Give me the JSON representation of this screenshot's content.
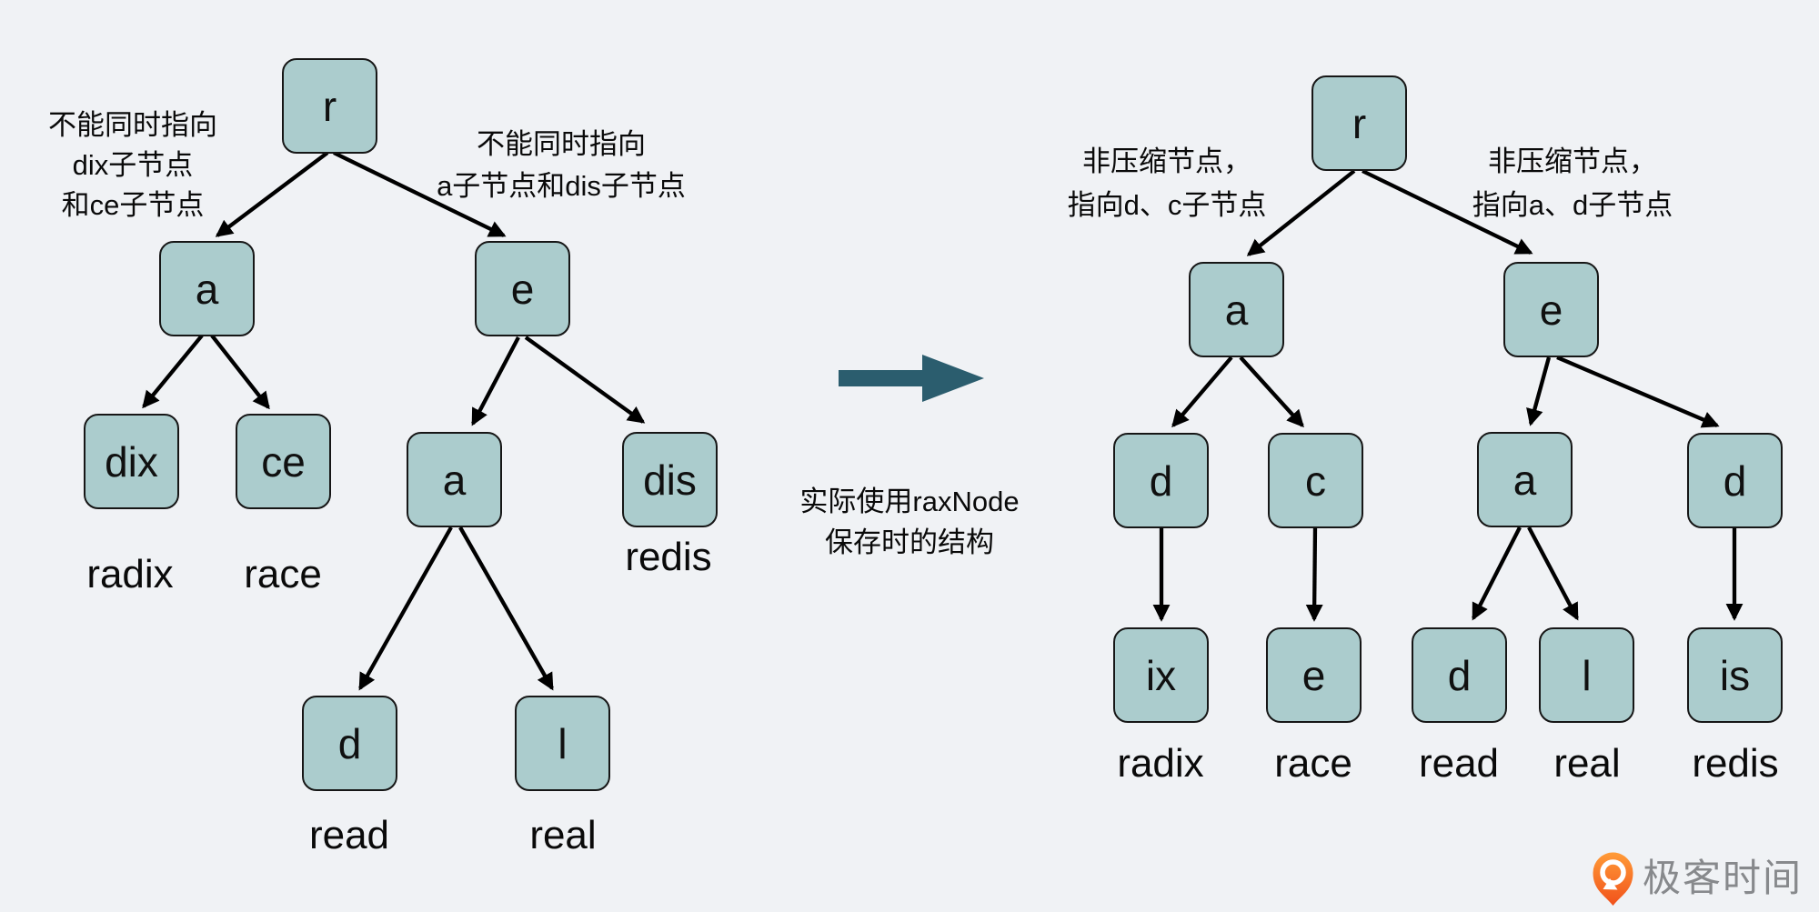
{
  "colors": {
    "background": "#f0f2f5",
    "node_fill": "#abcccd",
    "node_border": "#161616",
    "edge_arrow": "#000000",
    "transform_arrow": "#2b5d6e",
    "brand_text": "#87898c",
    "logo_orange": "#f3571d"
  },
  "left_tree": {
    "annotation_left": {
      "lines": [
        "不能同时指向",
        "dix子节点",
        "和ce子节点"
      ]
    },
    "annotation_right": {
      "lines": [
        "不能同时指向",
        "a子节点和dis子节点"
      ]
    },
    "nodes": [
      {
        "id": "r",
        "label": "r"
      },
      {
        "id": "a",
        "label": "a"
      },
      {
        "id": "e",
        "label": "e"
      },
      {
        "id": "dix",
        "label": "dix"
      },
      {
        "id": "ce",
        "label": "ce"
      },
      {
        "id": "a2",
        "label": "a"
      },
      {
        "id": "dis",
        "label": "dis"
      },
      {
        "id": "d",
        "label": "d"
      },
      {
        "id": "l",
        "label": "l"
      }
    ],
    "edges": [
      {
        "from": "r",
        "to": "a"
      },
      {
        "from": "r",
        "to": "e"
      },
      {
        "from": "a",
        "to": "dix"
      },
      {
        "from": "a",
        "to": "ce"
      },
      {
        "from": "e",
        "to": "a2"
      },
      {
        "from": "e",
        "to": "dis"
      },
      {
        "from": "a2",
        "to": "d"
      },
      {
        "from": "a2",
        "to": "l"
      }
    ],
    "word_labels": [
      "radix",
      "race",
      "redis",
      "read",
      "real"
    ]
  },
  "transition": {
    "caption_lines": [
      "实际使用raxNode",
      "保存时的结构"
    ]
  },
  "right_tree": {
    "annotation_left": {
      "lines": [
        "非压缩节点，",
        "指向d、c子节点"
      ]
    },
    "annotation_right": {
      "lines": [
        "非压缩节点，",
        "指向a、d子节点"
      ]
    },
    "nodes": [
      {
        "id": "r",
        "label": "r"
      },
      {
        "id": "a",
        "label": "a"
      },
      {
        "id": "e",
        "label": "e"
      },
      {
        "id": "d",
        "label": "d"
      },
      {
        "id": "c",
        "label": "c"
      },
      {
        "id": "a2",
        "label": "a"
      },
      {
        "id": "d2",
        "label": "d"
      },
      {
        "id": "ix",
        "label": "ix"
      },
      {
        "id": "e2",
        "label": "e"
      },
      {
        "id": "d3",
        "label": "d"
      },
      {
        "id": "l",
        "label": "l"
      },
      {
        "id": "is",
        "label": "is"
      }
    ],
    "edges": [
      {
        "from": "r",
        "to": "a"
      },
      {
        "from": "r",
        "to": "e"
      },
      {
        "from": "a",
        "to": "d"
      },
      {
        "from": "a",
        "to": "c"
      },
      {
        "from": "e",
        "to": "a2"
      },
      {
        "from": "e",
        "to": "d2"
      },
      {
        "from": "d",
        "to": "ix"
      },
      {
        "from": "c",
        "to": "e2"
      },
      {
        "from": "a2",
        "to": "d3"
      },
      {
        "from": "a2",
        "to": "l"
      },
      {
        "from": "d2",
        "to": "is"
      }
    ],
    "word_labels": [
      "radix",
      "race",
      "read",
      "real",
      "redis"
    ]
  },
  "footer": {
    "brand_text": "极客时间"
  }
}
